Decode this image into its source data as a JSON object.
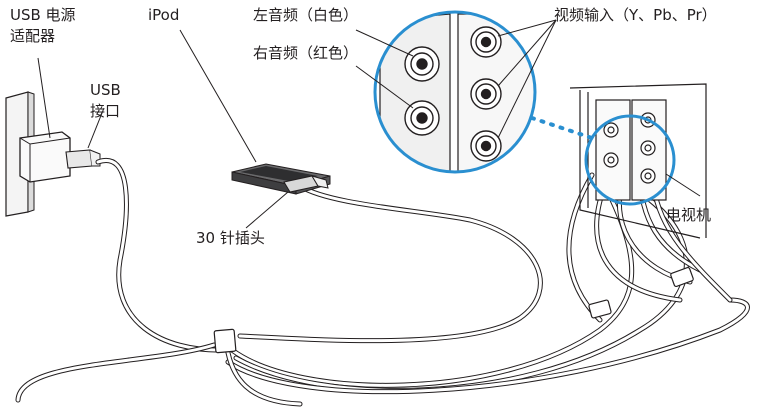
{
  "labels": {
    "usb_power_adapter_line1": "USB 电源",
    "usb_power_adapter_line2": "适配器",
    "usb_port_line1": "USB",
    "usb_port_line2": "接口",
    "ipod": "iPod",
    "left_audio": "左音频（白色）",
    "right_audio": "右音频（红色）",
    "video_input": "视频输入（Y、Pb、Pr）",
    "connector": "30 针插头",
    "tv": "电视机"
  },
  "colors": {
    "line": "#231f20",
    "callout_ring": "#2a8fd0",
    "cable_fill": "#ffffff",
    "device_body": "#4a4a4c",
    "connector_metal": "#bdbdbd"
  }
}
